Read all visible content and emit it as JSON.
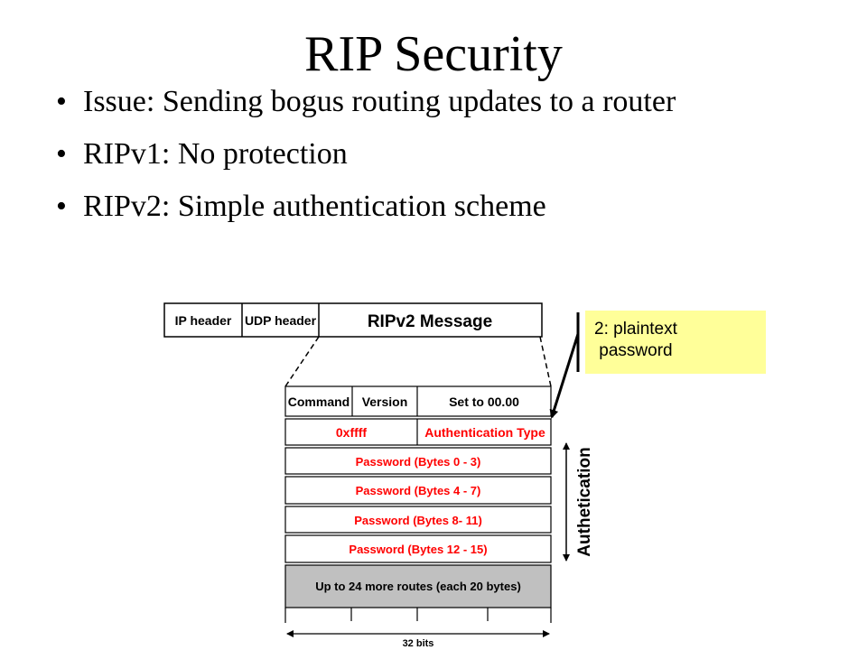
{
  "slide": {
    "title": "RIP Security",
    "bullets": [
      {
        "text": "Issue: Sending bogus routing updates to a router"
      },
      {
        "text": "RIPv1: No protection"
      },
      {
        "text": "RIPv2: Simple authentication scheme"
      }
    ]
  },
  "diagram": {
    "header_fields": [
      "IP header",
      "UDP header",
      "RIPv2 Message"
    ],
    "row1": [
      "Command",
      "Version",
      "Set to 00.00"
    ],
    "row2": [
      "0xffff",
      "Authentication Type"
    ],
    "password_rows": [
      "Password (Bytes 0 - 3)",
      "Password (Bytes 4 - 7)",
      "Password (Bytes 8- 11)",
      "Password (Bytes 12 - 15)"
    ],
    "routes_row": "Up to 24 more routes (each 20 bytes)",
    "width_label": "32 bits",
    "side_label": "Authetication",
    "callout": {
      "line1": "2: plaintext",
      "line2": " password"
    },
    "colors": {
      "red_text": "#ff0000",
      "gray_fill": "#c0c0c0",
      "callout_bg": "#ffff99"
    }
  }
}
